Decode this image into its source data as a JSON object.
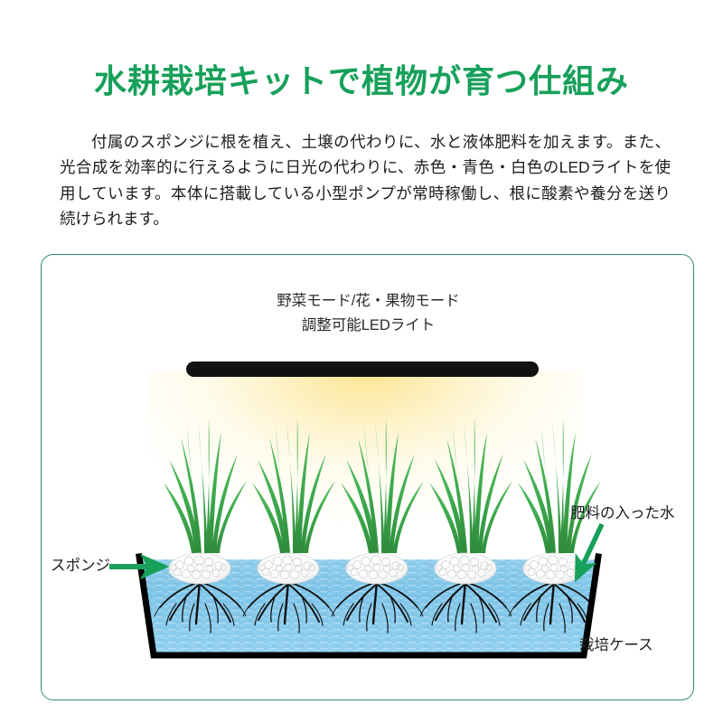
{
  "page": {
    "title": "水耕栽培キットで植物が育つ仕組み",
    "title_color": "#17a05a",
    "background": "#ffffff"
  },
  "body": {
    "paragraph": "付属のスポンジに根を植え、土壌の代わりに、水と液体肥料を加えます。また、光合成を効率的に行えるように日光の代わりに、赤色・青色・白色のLEDライトを使用しています。本体に搭載している小型ポンプが常時稼働し、根に酸素や養分を送り続けられます。"
  },
  "diagram": {
    "border_color": "#2e8d68",
    "led_caption_line1": "野菜モード/花・果物モード",
    "led_caption_line2": "調整可能LEDライト",
    "led_bar_color": "#121212",
    "glow_color": "#fce48c",
    "water_color": "#7ec4e8",
    "sponge_color": "#ffffff",
    "plant_color": "#3aa94a",
    "root_color": "#101010",
    "tank_outline_color": "#000000",
    "arrow_color": "#17a05a",
    "plant_count": 5,
    "labels": {
      "sponge": "スポンジ",
      "water": "肥料の入った水",
      "case": "栽培ケース"
    }
  }
}
